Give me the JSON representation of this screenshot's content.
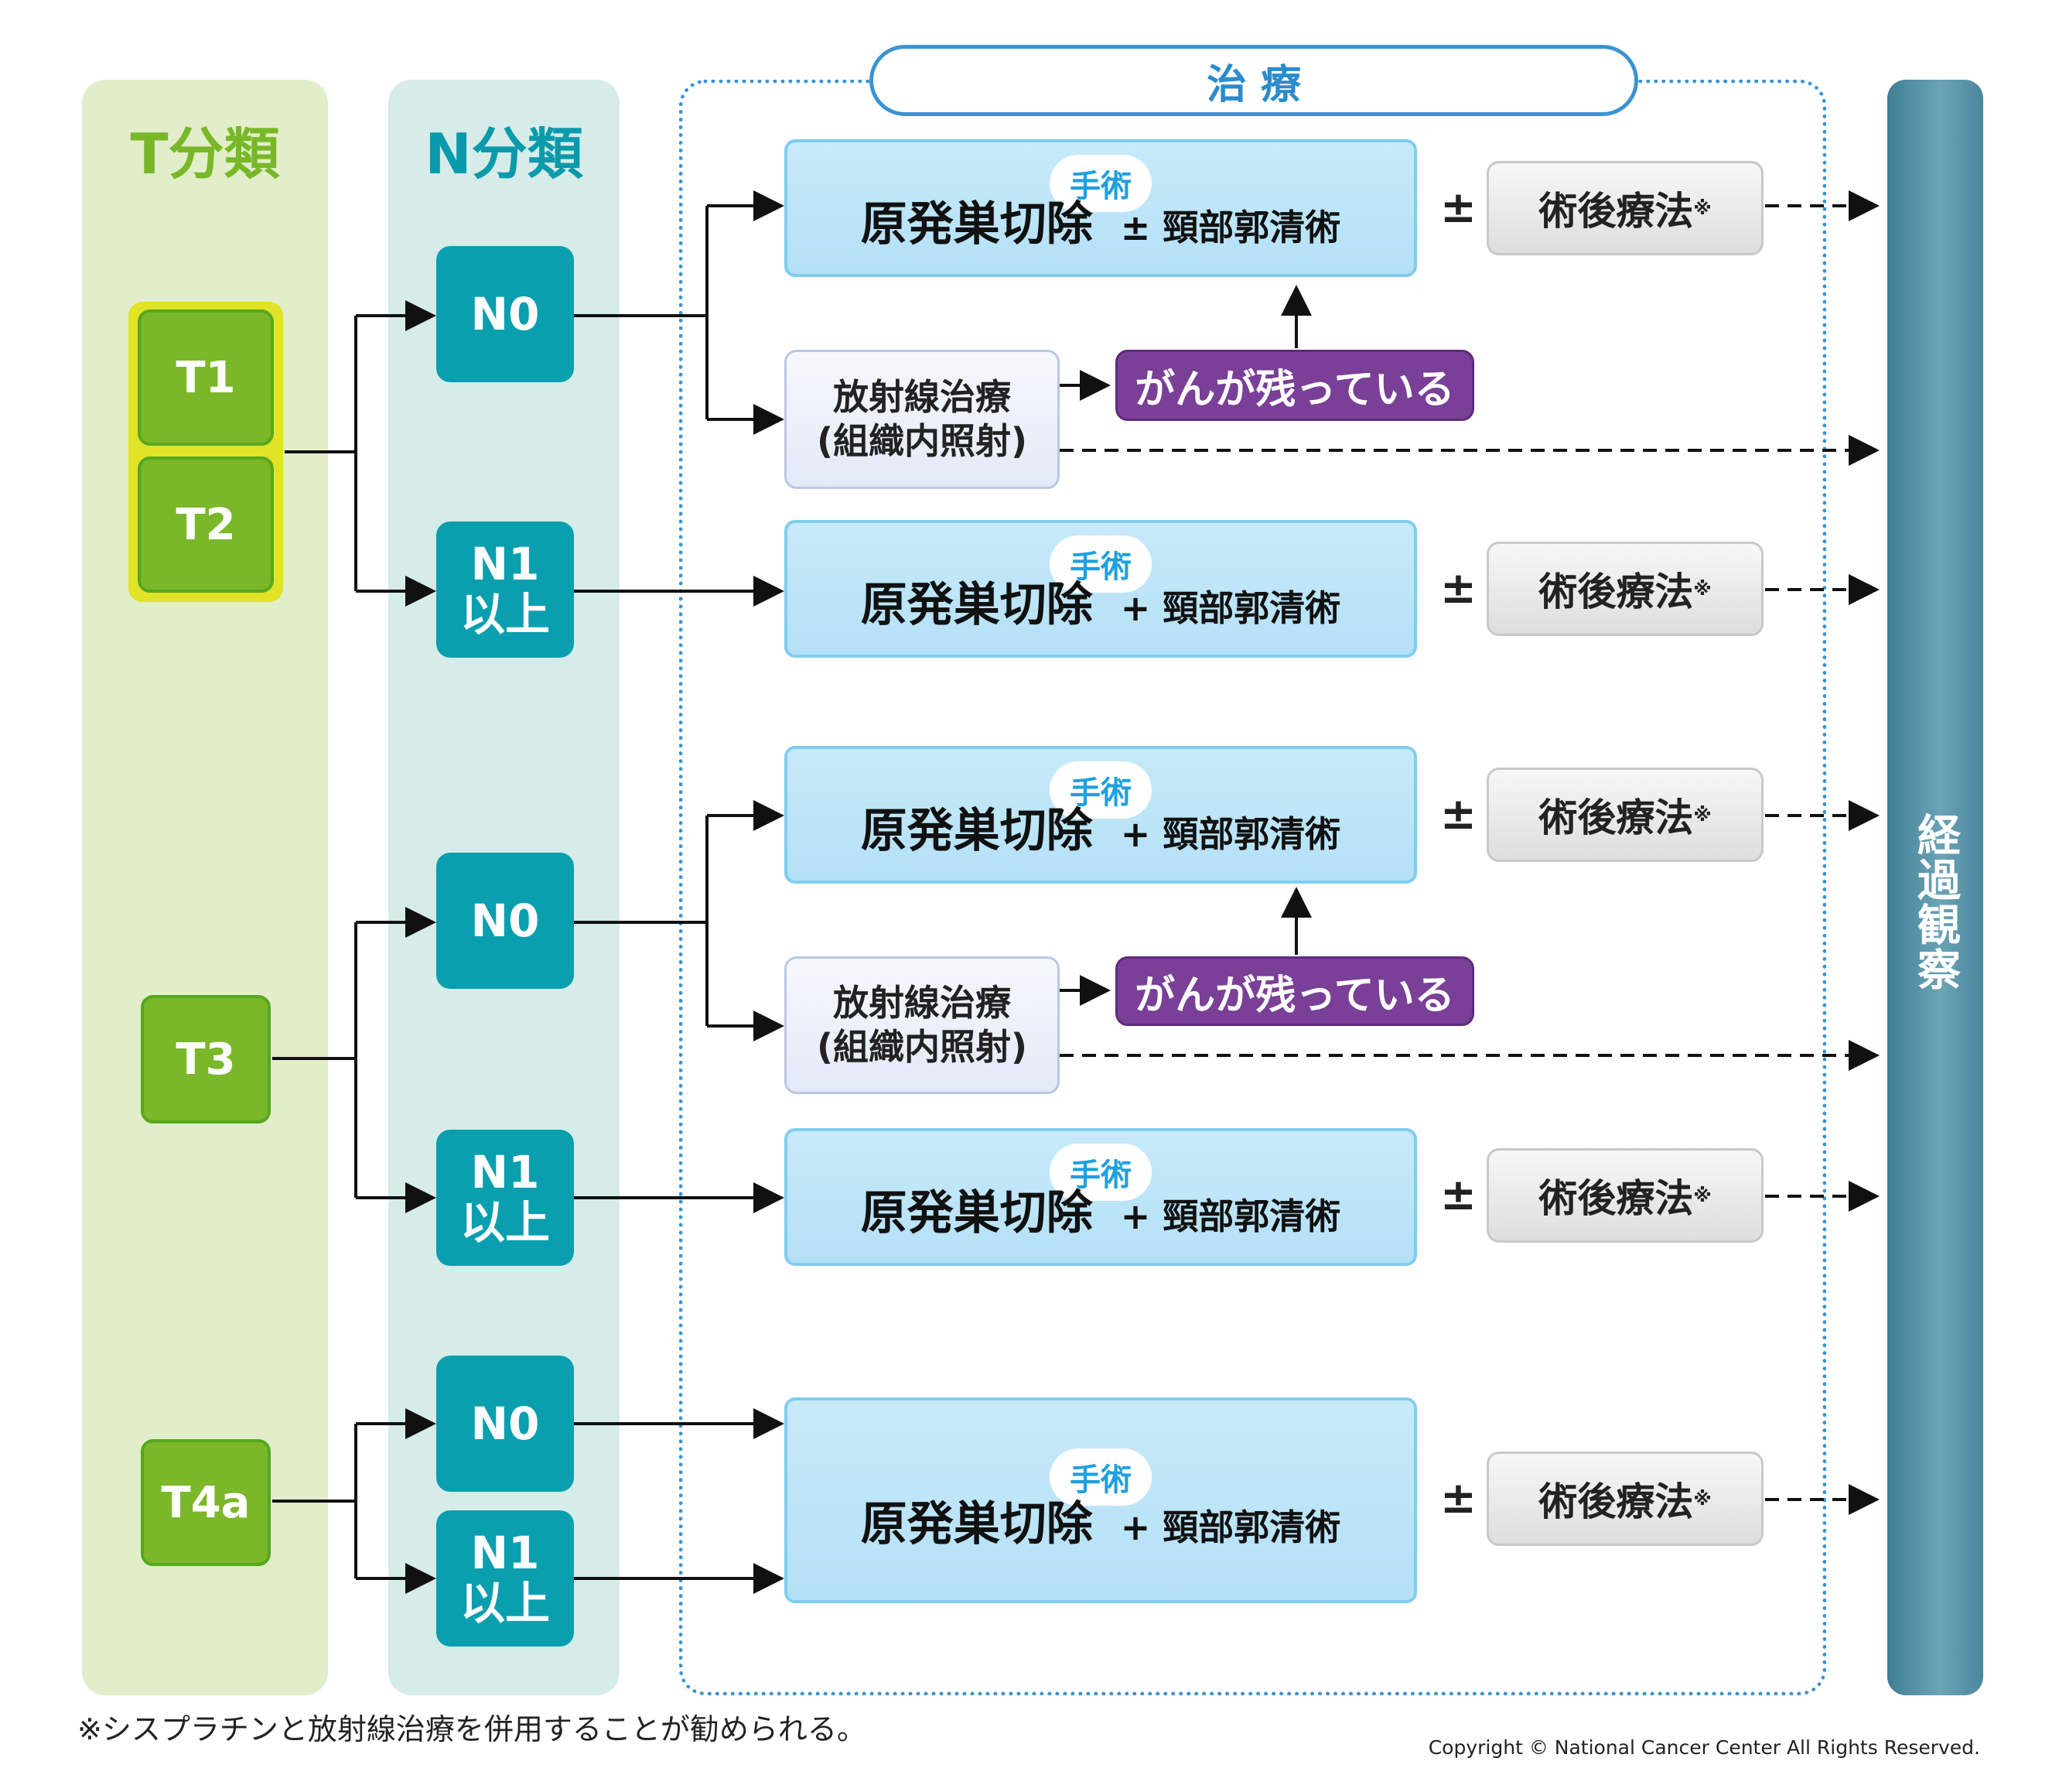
{
  "t_column": {
    "header": "T分類",
    "stages": [
      "T1",
      "T2",
      "T3",
      "T4a"
    ]
  },
  "n_column": {
    "header": "N分類",
    "n0": "N0",
    "n1_line1": "N1",
    "n1_line2": "以上"
  },
  "treatment": {
    "header": "治 療",
    "surgery_tag": "手術",
    "surgery_main": "原発巣切除",
    "neck_optional": "± 頸部郭清術",
    "neck_plus": "+ 頸部郭清術",
    "radiation_line1": "放射線治療",
    "radiation_line2": "(組織内照射)",
    "residual": "がんが残っている",
    "plus_minus": "±",
    "postop": "術後療法",
    "postop_mark": "※"
  },
  "followup": {
    "label": "経過観察"
  },
  "footnote": "※シスプラチンと放射線治療を併用することが勧められる。",
  "copyright": "Copyright © National Cancer Center All Rights Reserved.",
  "colors": {
    "t_column_bg": "#e2eec9",
    "t_header": "#78b828",
    "t_stage": "#7ab829",
    "n_column_bg": "#d5ece9",
    "n_header": "#0a9aab",
    "n_box": "#0a9fae",
    "treatment_border": "#2e8fd0",
    "surgery_box": "#b9e3f7",
    "surgery_tag_text": "#1fa0df",
    "residual_box": "#7a3f97",
    "followup_bar": "#4c8ba0"
  }
}
